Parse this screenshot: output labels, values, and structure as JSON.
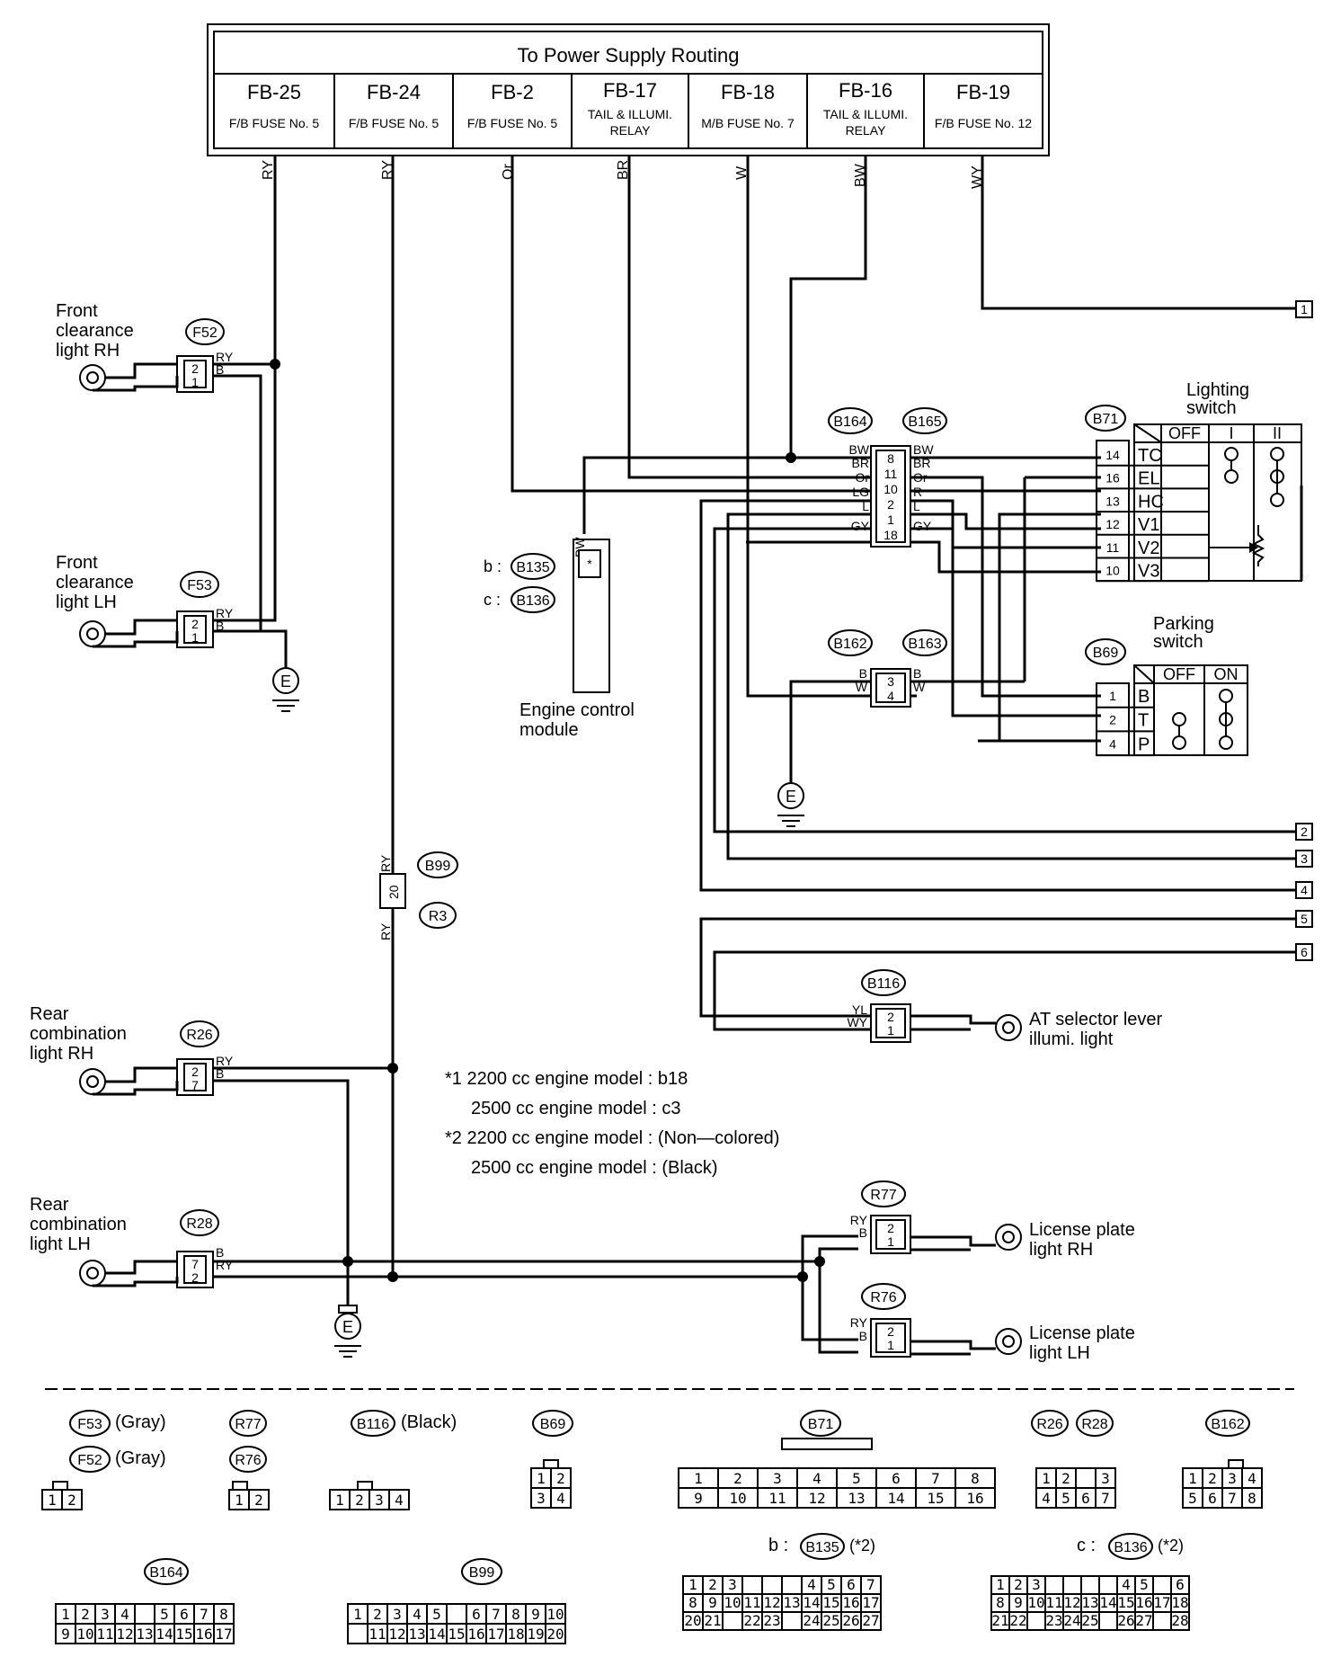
{
  "power": {
    "title": "To Power Supply Routing",
    "fuses": [
      {
        "id": "FB-25",
        "l1": "F/B FUSE No. 5",
        "l2": ""
      },
      {
        "id": "FB-24",
        "l1": "F/B FUSE No. 5",
        "l2": ""
      },
      {
        "id": "FB-2",
        "l1": "F/B FUSE No. 5",
        "l2": ""
      },
      {
        "id": "FB-17",
        "l1": "TAIL & ILLUMI.",
        "l2": "RELAY"
      },
      {
        "id": "FB-18",
        "l1": "M/B FUSE No. 7",
        "l2": ""
      },
      {
        "id": "FB-16",
        "l1": "TAIL & ILLUMI.",
        "l2": "RELAY"
      },
      {
        "id": "FB-19",
        "l1": "F/B FUSE No. 12",
        "l2": ""
      }
    ],
    "wire_colors": [
      "RY",
      "RY",
      "Or",
      "BR",
      "W",
      "BW",
      "WY"
    ]
  },
  "components": {
    "front_rh": {
      "l1": "Front",
      "l2": "clearance",
      "l3": "light RH",
      "conn": "F52"
    },
    "front_lh": {
      "l1": "Front",
      "l2": "clearance",
      "l3": "light LH",
      "conn": "F53"
    },
    "rear_rh": {
      "l1": "Rear",
      "l2": "combination",
      "l3": "light RH",
      "conn": "R26"
    },
    "rear_lh": {
      "l1": "Rear",
      "l2": "combination",
      "l3": "light LH",
      "conn": "R28"
    },
    "ecm": {
      "l1": "Engine control",
      "l2": "module",
      "b": "b :",
      "bconn": "B135",
      "c": "c :",
      "cconn": "B136",
      "wire": "BW",
      "pin": "*"
    },
    "lighting": {
      "l1": "Lighting",
      "l2": "switch",
      "conn": "B71",
      "cols": [
        "OFF",
        "I",
        "II"
      ],
      "rows": [
        {
          "pin": "14",
          "name": "TC"
        },
        {
          "pin": "16",
          "name": "EL"
        },
        {
          "pin": "13",
          "name": "HC"
        },
        {
          "pin": "12",
          "name": "V1"
        },
        {
          "pin": "11",
          "name": "V2"
        },
        {
          "pin": "10",
          "name": "V3"
        }
      ]
    },
    "parking": {
      "l1": "Parking",
      "l2": "switch",
      "conn": "B69",
      "cols": [
        "OFF",
        "ON"
      ],
      "rows": [
        {
          "pin": "1",
          "name": "B"
        },
        {
          "pin": "2",
          "name": "T"
        },
        {
          "pin": "4",
          "name": "P"
        }
      ]
    },
    "at": {
      "l1": "AT selector lever",
      "l2": "illumi. light",
      "conn": "B116"
    },
    "lic_rh": {
      "l1": "License plate",
      "l2": "light RH",
      "conn": "R77"
    },
    "lic_lh": {
      "l1": "License plate",
      "l2": "light LH",
      "conn": "R76"
    },
    "b164": "B164",
    "b165": "B165",
    "b162": "B162",
    "b163": "B163",
    "b99": "B99",
    "r3": "R3",
    "ground": "E"
  },
  "pins": {
    "b164": [
      "8",
      "11",
      "10",
      "2",
      "1",
      "18"
    ],
    "b164_left": [
      "BW",
      "BR",
      "Or",
      "LG",
      "L",
      "GY"
    ],
    "b164_right": [
      "BW",
      "BR",
      "Or",
      "R",
      "L",
      "GY"
    ],
    "b162": [
      "3",
      "4"
    ],
    "b162_left": [
      "B",
      "W"
    ],
    "b162_right": [
      "B",
      "W"
    ],
    "b99": "20",
    "b116": [
      "2",
      "1"
    ],
    "b116_w": [
      "YL",
      "WY"
    ],
    "pair21": [
      "2",
      "1"
    ],
    "pair72": [
      "7",
      "2"
    ],
    "ry": "RY",
    "b": "B",
    "w_yl": "YL"
  },
  "notes": {
    "n1a": "*1 2200 cc engine model : b18",
    "n1b": "2500 cc engine model : c3",
    "n2a": "*2 2200 cc engine model : (Non—colored)",
    "n2b": "2500 cc engine model : (Black)"
  },
  "offpage": [
    "1",
    "2",
    "3",
    "4",
    "5",
    "6"
  ],
  "legend": {
    "f53": "F53",
    "f53c": "(Gray)",
    "f52": "F52",
    "f52c": "(Gray)",
    "r77": "R77",
    "r76": "R76",
    "b116": "B116",
    "b116c": "(Black)",
    "b69": "B69",
    "b71": "B71",
    "r26": "R26",
    "r28": "R28",
    "b162": "B162",
    "b164": "B164",
    "b99": "B99",
    "b135": "b :",
    "b135c": "B135",
    "b135n": "(*2)",
    "b136": "c :",
    "b136c": "B136",
    "b136n": "(*2)"
  }
}
